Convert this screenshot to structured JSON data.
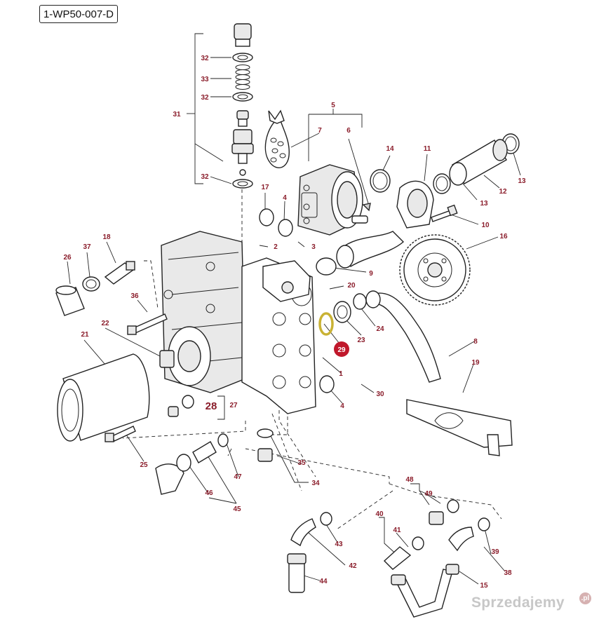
{
  "diagram_code": "1-WP50-007-D",
  "callouts": {
    "c1": "1",
    "c2": "2",
    "c3": "3",
    "c4a": "4",
    "c4b": "4",
    "c5": "5",
    "c6": "6",
    "c7": "7",
    "c8": "8",
    "c9": "9",
    "c10": "10",
    "c11": "11",
    "c12": "12",
    "c13a": "13",
    "c13b": "13",
    "c14": "14",
    "c15": "15",
    "c16": "16",
    "c17": "17",
    "c18": "18",
    "c19": "19",
    "c20": "20",
    "c21": "21",
    "c22": "22",
    "c23": "23",
    "c24": "24",
    "c25": "25",
    "c26": "26",
    "c27": "27",
    "c28": "28",
    "c29": "29",
    "c30": "30",
    "c31": "31",
    "c32a": "32",
    "c32b": "32",
    "c32c": "32",
    "c33": "33",
    "c34": "34",
    "c35": "35",
    "c36": "36",
    "c37": "37",
    "c38": "38",
    "c39": "39",
    "c40": "40",
    "c41": "41",
    "c42": "42",
    "c43": "43",
    "c44": "44",
    "c45": "45",
    "c46": "46",
    "c47": "47",
    "c48": "48",
    "c49": "49"
  },
  "highlight_color": "#c0182b",
  "watermark": {
    "text": "Sprzedajemy",
    "badge": ".pl"
  }
}
